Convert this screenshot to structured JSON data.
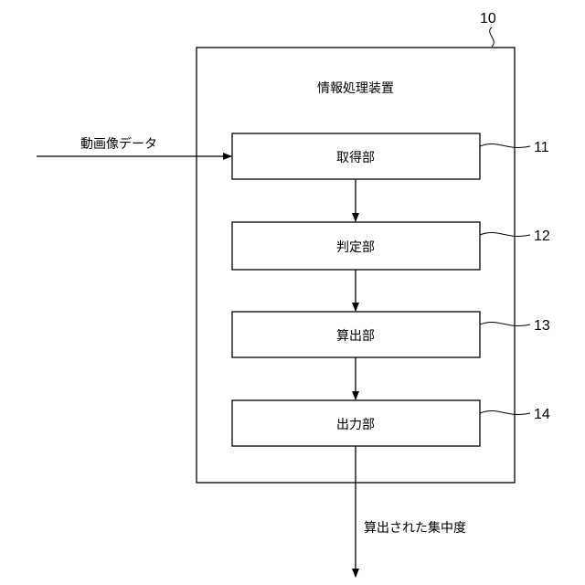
{
  "device": {
    "ref": "10",
    "title": "情報処理装置"
  },
  "input_label": "動画像データ",
  "output_label": "算出された集中度",
  "units": [
    {
      "ref": "11",
      "label": "取得部"
    },
    {
      "ref": "12",
      "label": "判定部"
    },
    {
      "ref": "13",
      "label": "算出部"
    },
    {
      "ref": "14",
      "label": "出力部"
    }
  ]
}
